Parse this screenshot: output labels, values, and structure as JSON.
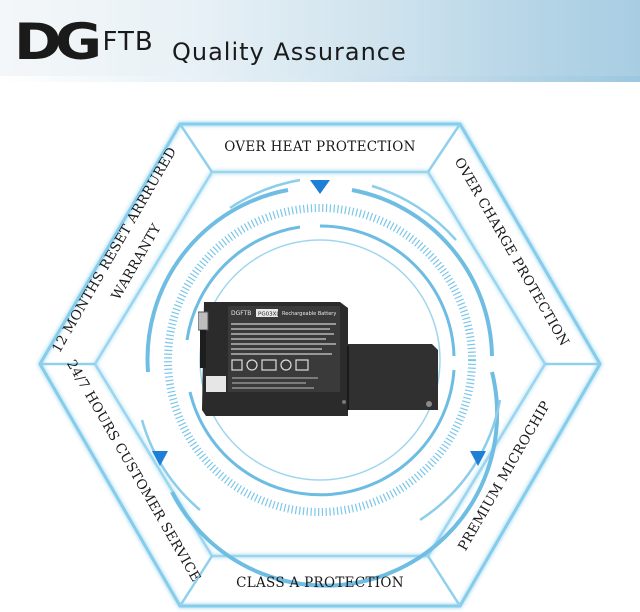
{
  "brand": {
    "logo_mark": "DG",
    "logo_suffix": "FTB",
    "tagline": "Quality Assurance"
  },
  "features": {
    "top": "OVER HEAT PROTECTION",
    "upper_right": "OVER CHARGE PROTECTION",
    "lower_right": "PREMIUM MICROCHIP",
    "bottom": "CLASS A PROTECTION",
    "lower_left": "24/7 HOURS CUSTOMER SERVICE",
    "upper_left_line1": "12 MONTHS RESET ARRRURED",
    "upper_left_line2": "WARRANTY"
  },
  "product": {
    "label_title": "DGFTB",
    "label_model": "PG03XL",
    "label_type": "Rechargeable Battery"
  },
  "colors": {
    "accent": "#1e7fd6",
    "frame": "#7ec8ea",
    "ring": "#5fb6e0"
  }
}
